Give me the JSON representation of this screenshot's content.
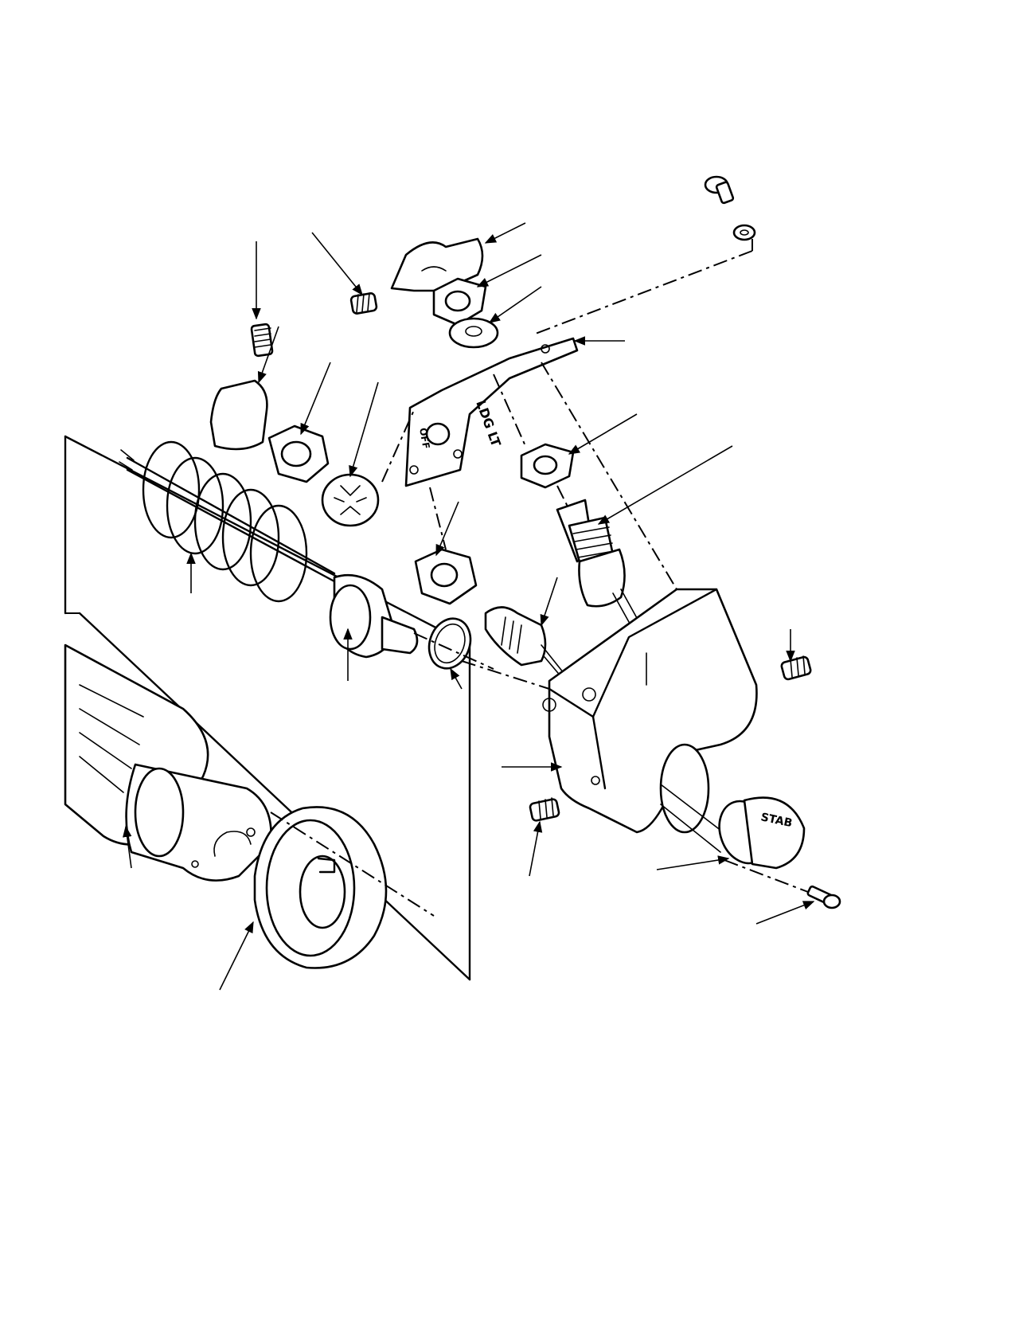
{
  "figure": {
    "panel_label_legend": "LDG LT",
    "panel_label_off": "OFF",
    "light_cap_label": "STAB"
  },
  "colors": {
    "line": "#000000",
    "background": "#ffffff"
  }
}
